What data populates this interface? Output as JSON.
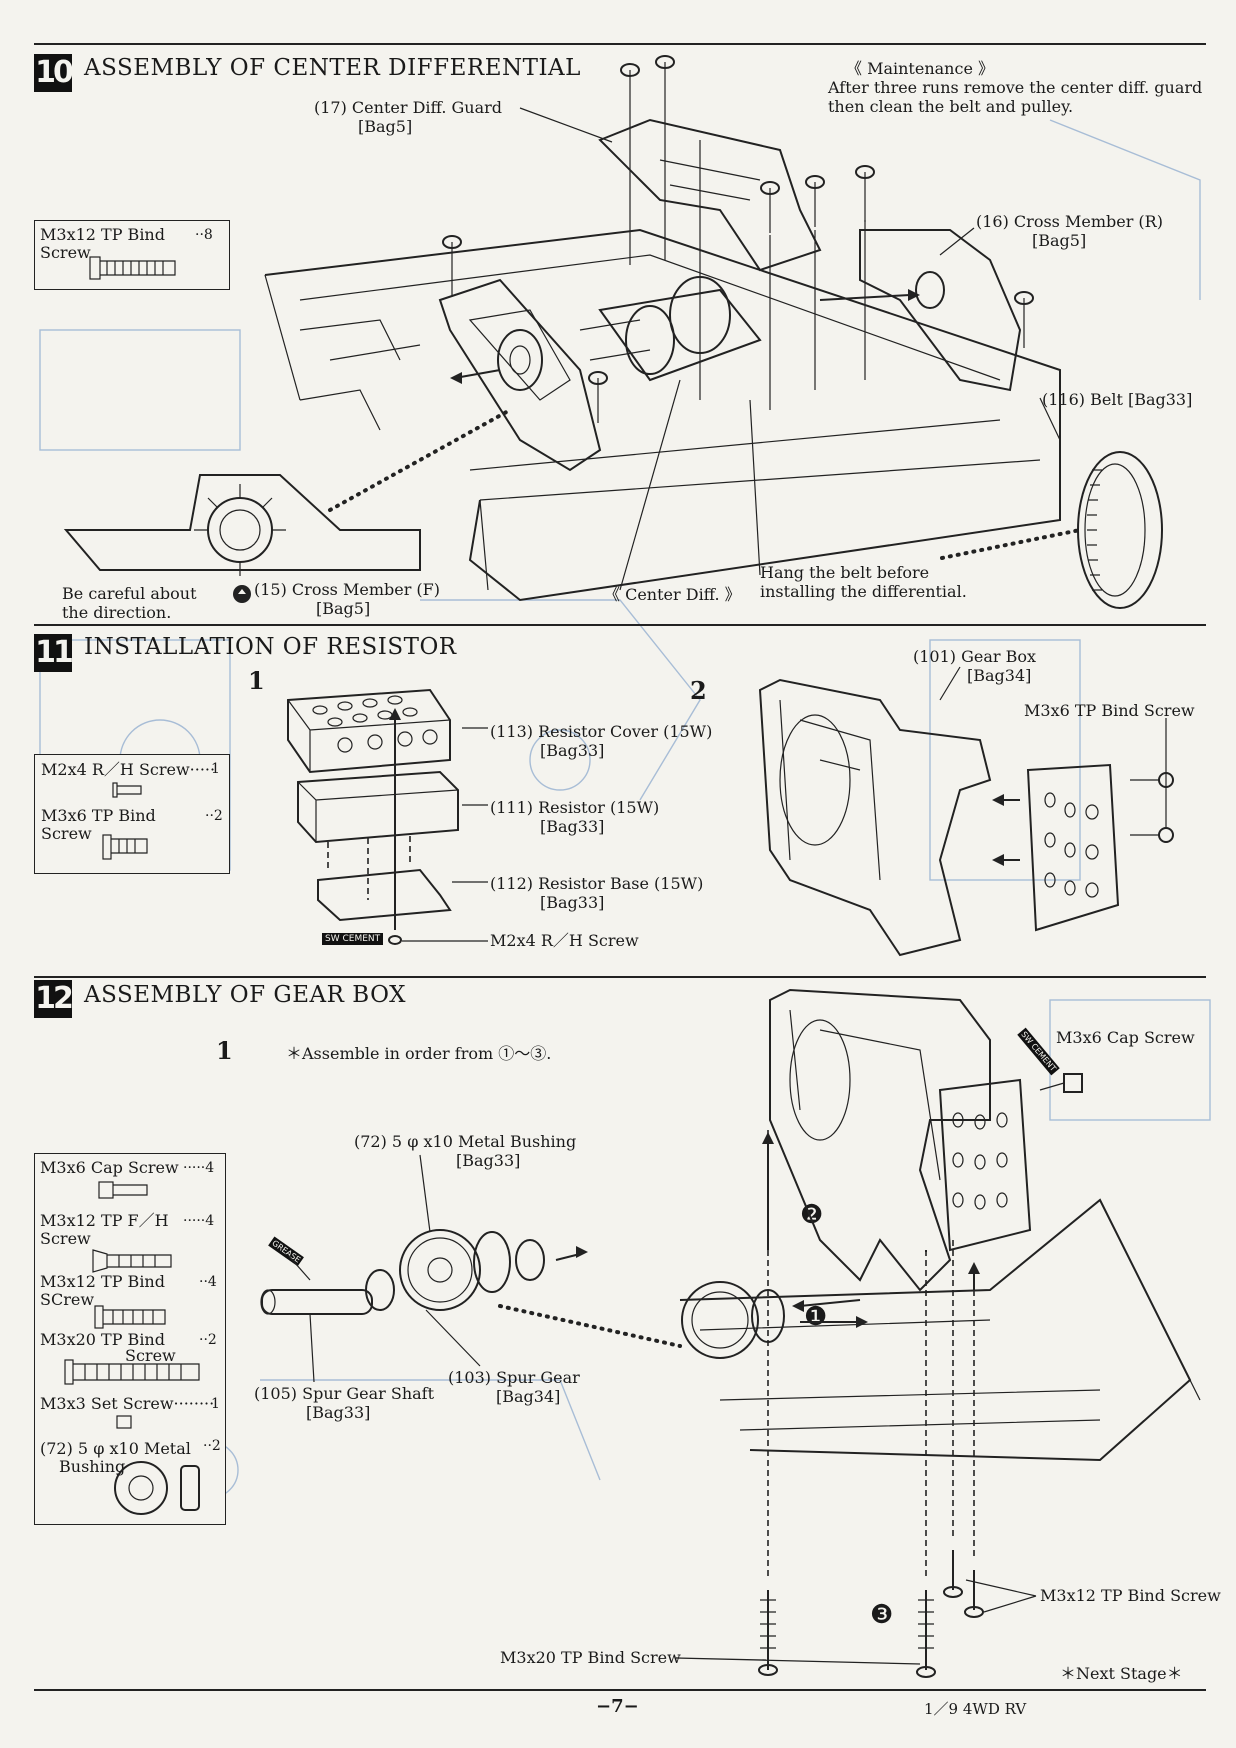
{
  "section10": {
    "number": "10",
    "title": "ASSEMBLY OF CENTER DIFFERENTIAL",
    "maintenance_title": "《 Maintenance 》",
    "maintenance_lines": [
      "After three runs remove the center diff. guard",
      "then clean the belt and pulley."
    ],
    "parts_box": {
      "line1": "M3x12 TP Bind",
      "qty": "··8",
      "line2": "Screw"
    },
    "labels": {
      "guard_1": "(17)  Center Diff. Guard",
      "guard_2": "[Bag5]",
      "cross_r_1": "(16)  Cross Member  (R)",
      "cross_r_2": "[Bag5]",
      "belt": "(116)  Belt  [Bag33]",
      "careful_1": "Be careful about",
      "careful_2": "the direction.",
      "cross_f_1": "(15)  Cross Member  (F)",
      "cross_f_2": "[Bag5]",
      "center_diff": "《 Center Diff. 》",
      "hang_1": "Hang the belt before",
      "hang_2": "installing the differential."
    }
  },
  "section11": {
    "number": "11",
    "title": "INSTALLATION OF RESISTOR",
    "sub1": "1",
    "sub2": "2",
    "parts_box": {
      "l1": "M2x4 R／H Screw·····",
      "q1": "1",
      "l2": "M3x6 TP Bind",
      "q2": "··2",
      "l3": "Screw"
    },
    "labels": {
      "cover_1": "(113)  Resistor Cover  (15W)",
      "cover_2": "[Bag33]",
      "resistor_1": "(111)  Resistor  (15W)",
      "resistor_2": "[Bag33]",
      "base_1": "(112)  Resistor Base  (15W)",
      "base_2": "[Bag33]",
      "m2x4": "M2x4 R／H Screw",
      "gearbox_1": "(101)  Gear Box",
      "gearbox_2": "[Bag34]",
      "m3x6_bind": "M3x6 TP Bind Screw",
      "tag": "SW CEMENT"
    }
  },
  "section12": {
    "number": "12",
    "title": "ASSEMBLY OF GEAR BOX",
    "sub1": "1",
    "order_note": "＊Assemble in order from  ①〜③.",
    "parts_box": {
      "l1": "M3x6 Cap Screw",
      "q1": "·····4",
      "l2": "M3x12 TP F／H",
      "q2": "·····4",
      "l3": "Screw",
      "l4": "M3x12 TP Bind",
      "q4": "··4",
      "l5": "SCrew",
      "l6": "M3x20 TP Bind",
      "q6": "··2",
      "l7": "Screw",
      "l8": "M3x3 Set Screw········",
      "q8": "1",
      "l9": "(72)  5 φ x10 Metal",
      "q9": "··2",
      "l10": "Bushing"
    },
    "labels": {
      "bushing_1": "(72)  5 φ x10 Metal Bushing",
      "bushing_2": "[Bag33]",
      "shaft_1": "(105)  Spur Gear Shaft",
      "shaft_2": "[Bag33]",
      "spur_1": "(103)  Spur Gear",
      "spur_2": "[Bag34]",
      "cap": "M3x6 Cap Screw",
      "m3x12": "M3x12 TP Bind Screw",
      "m3x20": "M3x20 TP Bind Screw",
      "next": "＊Next Stage＊",
      "step1": "❶",
      "step2": "❷",
      "step3": "❸",
      "tag_grease": "GREASE",
      "tag_cement": "SW CEMENT"
    }
  },
  "footer": {
    "page": "−7−",
    "model": "1／9  4WD RV"
  }
}
